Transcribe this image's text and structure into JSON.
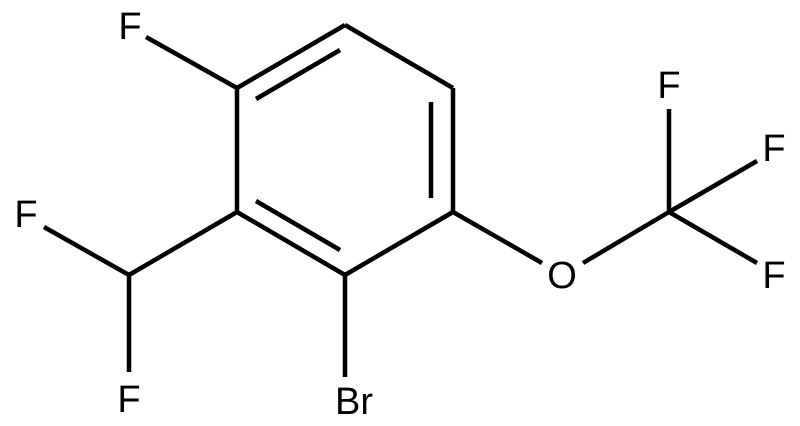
{
  "molecule": {
    "atoms": [
      {
        "id": "F1",
        "label": "F"
      },
      {
        "id": "F2",
        "label": "F"
      },
      {
        "id": "F3",
        "label": "F"
      },
      {
        "id": "F4",
        "label": "F"
      },
      {
        "id": "F5",
        "label": "F"
      },
      {
        "id": "F6",
        "label": "F"
      },
      {
        "id": "Br",
        "label": "Br"
      },
      {
        "id": "O",
        "label": "O"
      }
    ]
  }
}
